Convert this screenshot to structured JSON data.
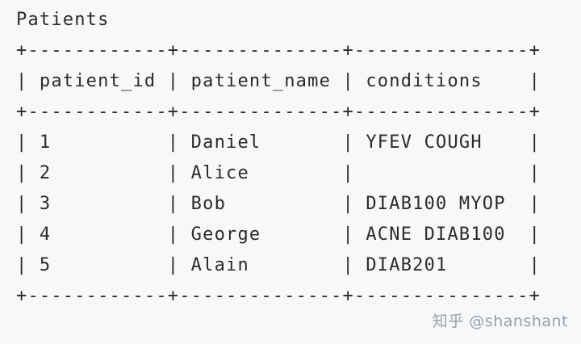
{
  "block": {
    "title": "Patients",
    "border": "+------------+--------------+---------------+",
    "header": "| patient_id | patient_name | conditions    |",
    "rows": [
      "| 1          | Daniel       | YFEV COUGH    |",
      "| 2          | Alice        |               |",
      "| 3          | Bob          | DIAB100 MYOP  |",
      "| 4          | George       | ACNE DIAB100  |",
      "| 5          | Alain        | DIAB201       |"
    ]
  },
  "table": {
    "name": "Patients",
    "columns": [
      "patient_id",
      "patient_name",
      "conditions"
    ],
    "rows": [
      [
        "1",
        "Daniel",
        "YFEV COUGH"
      ],
      [
        "2",
        "Alice",
        ""
      ],
      [
        "3",
        "Bob",
        "DIAB100 MYOP"
      ],
      [
        "4",
        "George",
        "ACNE DIAB100"
      ],
      [
        "5",
        "Alain",
        "DIAB201"
      ]
    ]
  },
  "watermark": "知乎 @shanshant"
}
